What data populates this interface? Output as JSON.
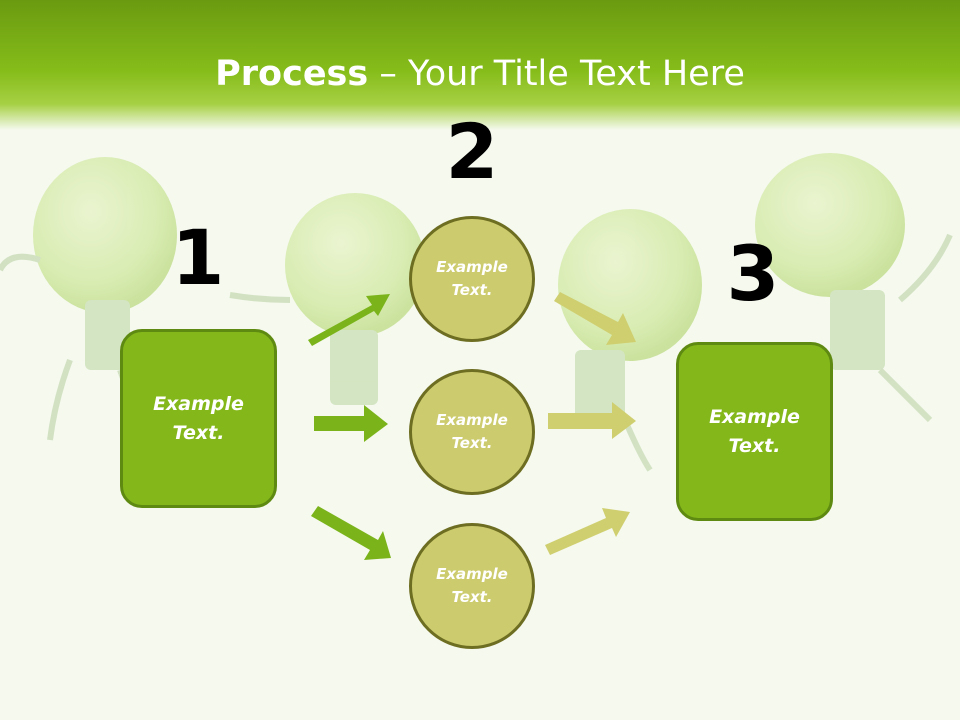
{
  "title": {
    "bold": "Process",
    "rest": " – Your Title Text Here"
  },
  "steps": [
    {
      "number": "1",
      "label": "Example\nText."
    },
    {
      "number": "2",
      "items": [
        "Example\nText.",
        "Example\nText.",
        "Example\nText."
      ]
    },
    {
      "number": "3",
      "label": "Example\nText."
    }
  ],
  "colors": {
    "header_green": "#86bd1a",
    "box_fill": "#84b81a",
    "circle_fill": "#cccb6e",
    "arrow_green": "#7ab41a",
    "arrow_olive": "#cfcf70"
  }
}
